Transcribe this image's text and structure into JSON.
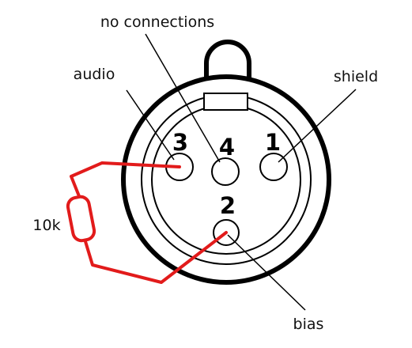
{
  "labels": {
    "no_connections": "no connections",
    "audio": "audio",
    "shield": "shield",
    "resistor": "10k",
    "bias": "bias"
  },
  "pins": {
    "pin1": "1",
    "pin2": "2",
    "pin3": "3",
    "pin4": "4"
  },
  "colors": {
    "outline": "#000000",
    "wire": "#e21b1b",
    "leader": "#000000",
    "background": "#ffffff"
  }
}
